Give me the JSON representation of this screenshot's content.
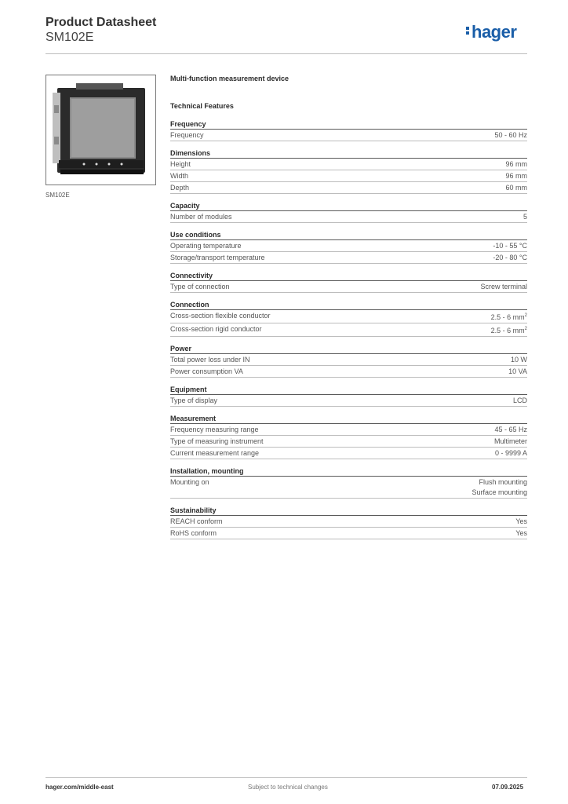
{
  "header": {
    "title": "Product Datasheet",
    "subtitle": "SM102E",
    "logo_text": "hager",
    "logo_color": "#1a5ea8"
  },
  "product": {
    "image_caption": "SM102E",
    "description": "Multi-function measurement device",
    "features_heading": "Technical Features"
  },
  "sections": [
    {
      "title": "Frequency",
      "rows": [
        {
          "label": "Frequency",
          "value": "50 - 60 Hz"
        }
      ]
    },
    {
      "title": "Dimensions",
      "rows": [
        {
          "label": "Height",
          "value": "96 mm"
        },
        {
          "label": "Width",
          "value": "96 mm"
        },
        {
          "label": "Depth",
          "value": "60 mm"
        }
      ]
    },
    {
      "title": "Capacity",
      "rows": [
        {
          "label": "Number of modules",
          "value": "5"
        }
      ]
    },
    {
      "title": "Use conditions",
      "rows": [
        {
          "label": "Operating temperature",
          "value": "-10 - 55 °C"
        },
        {
          "label": "Storage/transport temperature",
          "value": "-20 - 80 °C"
        }
      ]
    },
    {
      "title": "Connectivity",
      "rows": [
        {
          "label": "Type of connection",
          "value": "Screw terminal"
        }
      ]
    },
    {
      "title": "Connection",
      "rows": [
        {
          "label": "Cross-section flexible conductor",
          "value": "2.5 - 6 mm",
          "unit_sup": "2"
        },
        {
          "label": "Cross-section rigid conductor",
          "value": "2.5 - 6 mm",
          "unit_sup": "2"
        }
      ]
    },
    {
      "title": "Power",
      "rows": [
        {
          "label": "Total power loss under IN",
          "value": "10 W"
        },
        {
          "label": "Power consumption VA",
          "value": "10 VA"
        }
      ]
    },
    {
      "title": "Equipment",
      "rows": [
        {
          "label": "Type of display",
          "value": "LCD"
        }
      ]
    },
    {
      "title": "Measurement",
      "rows": [
        {
          "label": "Frequency measuring range",
          "value": "45 - 65 Hz"
        },
        {
          "label": "Type of measuring instrument",
          "value": "Multimeter"
        },
        {
          "label": "Current measurement range",
          "value": "0 - 9999 A"
        }
      ]
    },
    {
      "title": "Installation, mounting",
      "rows": [
        {
          "label": "Mounting on",
          "values": [
            "Flush mounting",
            "Surface mounting"
          ]
        }
      ]
    },
    {
      "title": "Sustainability",
      "rows": [
        {
          "label": "REACH conform",
          "value": "Yes"
        },
        {
          "label": "RoHS conform",
          "value": "Yes"
        }
      ]
    }
  ],
  "footer": {
    "website": "hager.com/middle-east",
    "notice": "Subject to technical changes",
    "date": "07.09.2025"
  }
}
